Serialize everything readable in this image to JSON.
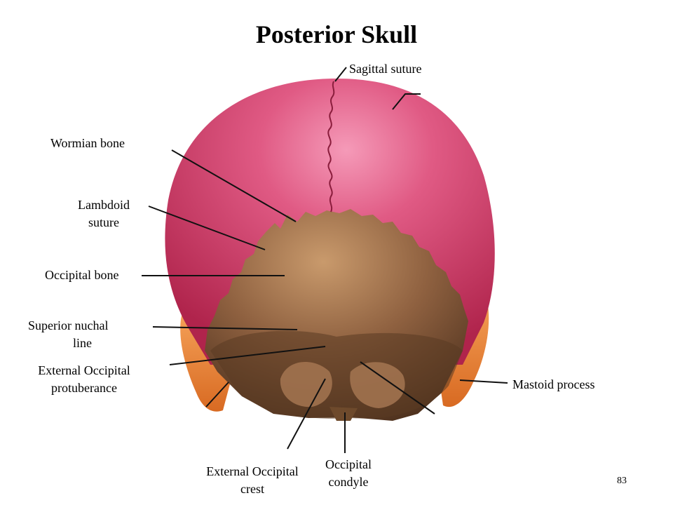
{
  "title": "Posterior Skull",
  "labels": {
    "sagittal_suture": "Sagittal suture",
    "wormian_bone": "Wormian bone",
    "lambdoid_suture_1": "Lambdoid",
    "lambdoid_suture_2": "suture",
    "occipital_bone": "Occipital bone",
    "superior_nuchal_1": "Superior nuchal",
    "superior_nuchal_2": "line",
    "ext_occ_protuberance_1": "External Occipital",
    "ext_occ_protuberance_2": "protuberance",
    "mastoid_process": "Mastoid process",
    "ext_occ_crest_1": "External Occipital",
    "ext_occ_crest_2": "crest",
    "occipital_condyle_1": "Occipital",
    "occipital_condyle_2": "condyle"
  },
  "page_number": "83",
  "colors": {
    "parietal": "#c8325c",
    "parietal_highlight": "#f07aa0",
    "occipital": "#9a6a45",
    "occipital_dark": "#5e3c24",
    "mastoid": "#ee8a3a"
  }
}
